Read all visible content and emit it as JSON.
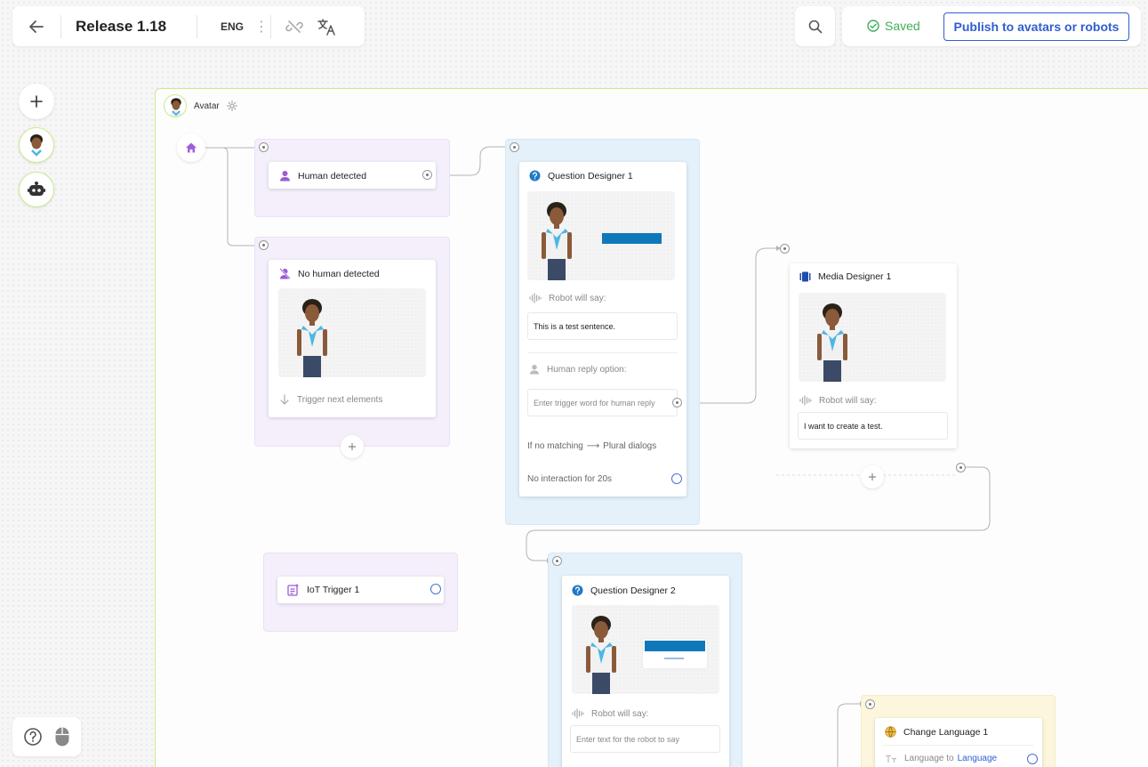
{
  "topbar": {
    "title": "Release 1.18",
    "language": "ENG"
  },
  "status": {
    "saved": "Saved",
    "publish": "Publish to avatars or robots"
  },
  "canvas": {
    "avatar_label": "Avatar"
  },
  "nodes": {
    "human_detected": "Human detected",
    "no_human_detected": "No human detected",
    "trigger_next": "Trigger next elements",
    "iot_trigger": "IoT Trigger 1",
    "question1": {
      "title": "Question Designer 1",
      "robot_label": "Robot will say:",
      "robot_text": "This is a test sentence.",
      "human_label": "Human reply option:",
      "human_placeholder": "Enter trigger word for human reply",
      "no_match": "If no matching",
      "no_match_target": "Plural dialogs",
      "no_interaction": "No interaction for 20s"
    },
    "media1": {
      "title": "Media Designer 1",
      "robot_label": "Robot will say:",
      "robot_text": "I want to create a test."
    },
    "question2": {
      "title": "Question Designer 2",
      "robot_label": "Robot will say:",
      "robot_placeholder": "Enter text for the robot to say"
    },
    "change_language": {
      "title": "Change Language 1",
      "label": "Language to",
      "link": "Language"
    }
  },
  "colors": {
    "accent": "#2f5fd0",
    "saved": "#3fae5a",
    "question": "#1f78c8",
    "purple_icon": "#9b5ad6"
  }
}
